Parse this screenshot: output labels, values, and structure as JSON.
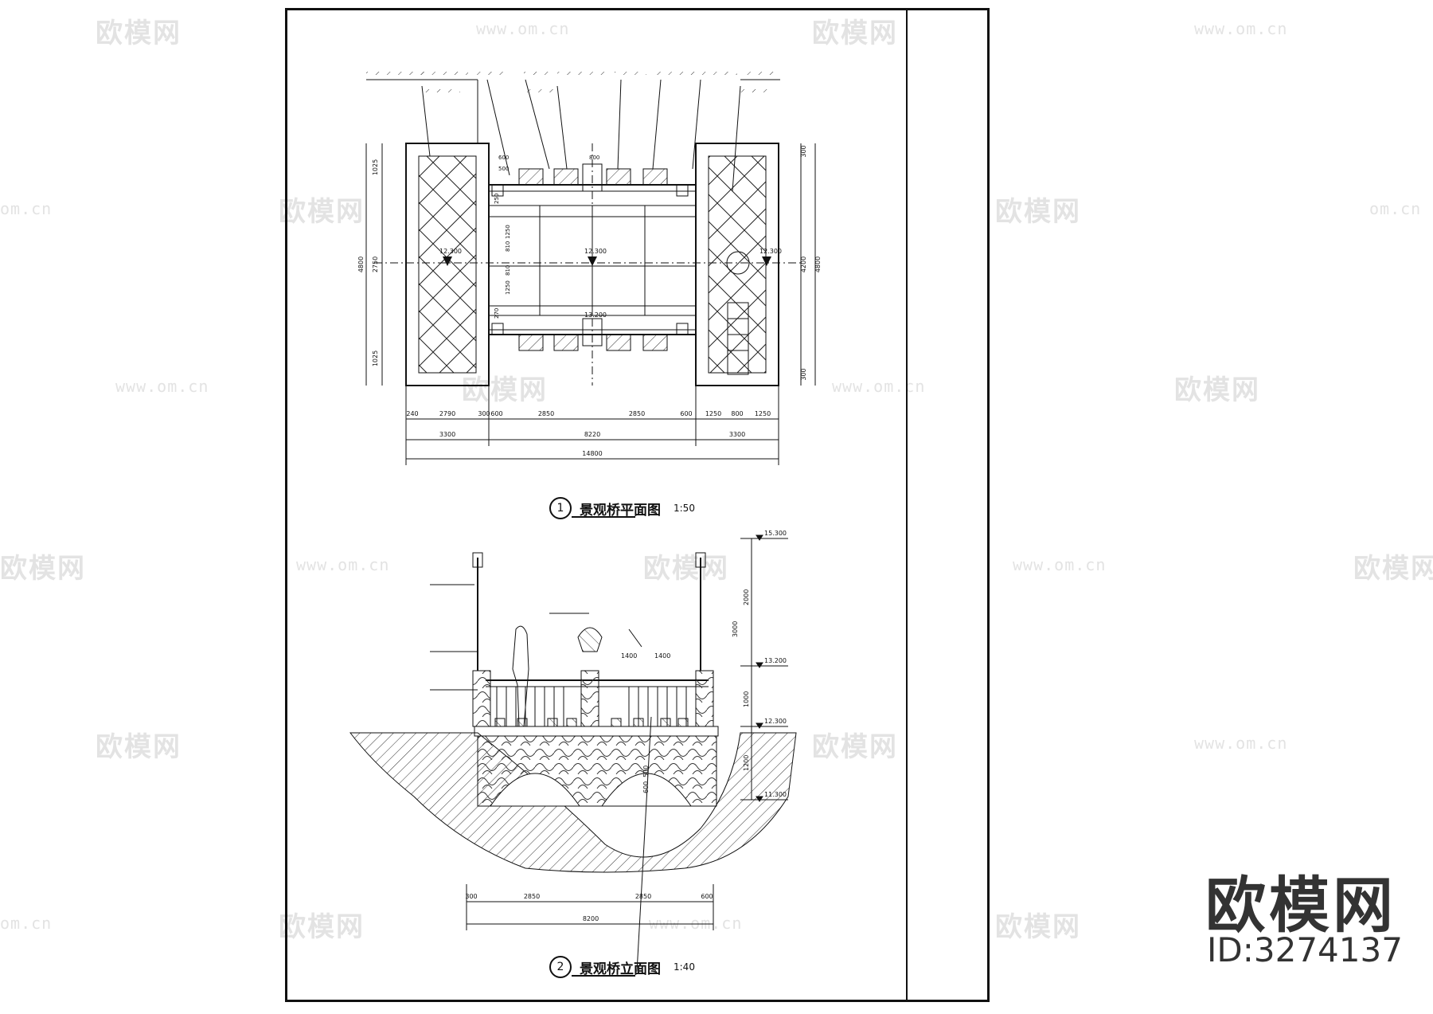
{
  "watermark": {
    "logo_text": "欧模网",
    "url_text": "www.om.cn",
    "url_partial": "om.cn"
  },
  "drawing": {
    "plan_title": "景观桥平面图",
    "plan_scale": "1:50",
    "plan_number": "1",
    "elevation_title": "景观桥立面图",
    "elevation_scale": "1:40",
    "elevation_number": "2",
    "plan_dims_bottom": [
      "240",
      "2790",
      "300",
      "600",
      "2850",
      "2850",
      "600",
      "1250",
      "800",
      "1250"
    ],
    "plan_dims_total": [
      "3300",
      "8220",
      "3300"
    ],
    "plan_dim_overall": "14800",
    "plan_dims_left": [
      "1025",
      "2750",
      "1025"
    ],
    "plan_dim_left_total": "4800",
    "plan_dims_right": [
      "300",
      "4200",
      "300"
    ],
    "plan_dim_right_total": "4800",
    "plan_elev_marks": [
      "12.300",
      "12.300",
      "12.300",
      "13.200"
    ],
    "plan_top_dims": [
      "600",
      "500",
      "800"
    ],
    "plan_inner_dims": [
      "250",
      "1250",
      "810",
      "810",
      "1250",
      "270"
    ],
    "elev_levels": [
      "15.300",
      "13.200",
      "12.300",
      "11.300"
    ],
    "elev_right_dims": [
      "2000",
      "3000",
      "1000",
      "1200"
    ],
    "elev_dims_bottom": [
      "300",
      "2850",
      "2850",
      "600"
    ],
    "elev_dim_total": "8200",
    "elev_inner_dims": [
      "1400",
      "1400",
      "500",
      "600"
    ]
  },
  "brand": {
    "name": "欧模网",
    "id": "ID:3274137"
  }
}
